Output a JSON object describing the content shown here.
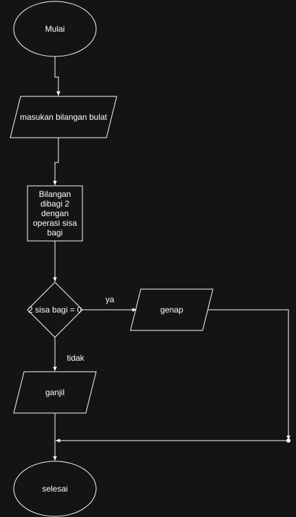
{
  "nodes": {
    "start": "Mulai",
    "input": "masukan bilangan bulat",
    "process": "Bilangan dibagi 2 dengan operasi sisa bagi",
    "decision": "2 sisa bagi = 0",
    "even": "genap",
    "odd": "ganjil",
    "end": "selesai"
  },
  "edges": {
    "yes": "ya",
    "no": "tidak"
  },
  "colors": {
    "background": "#141414",
    "stroke": "#ffffff",
    "text": "#ffffff"
  }
}
